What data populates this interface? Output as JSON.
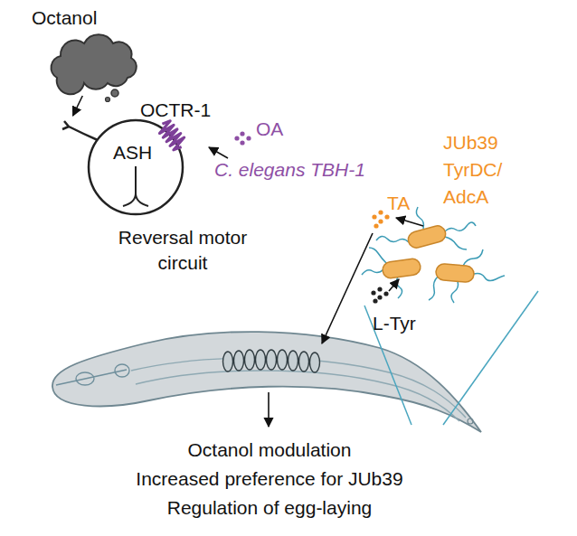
{
  "diagram": {
    "nodes": [
      {
        "text": [
          "Octanol"
        ]
      },
      {
        "text": [
          "ASH"
        ]
      }
    ],
    "edges": [
      {
        "from": 0,
        "to": 1,
        "arrow": "to"
      }
    ],
    "labels": [
      "OCTR-1",
      "OA",
      "C. elegans TBH-1",
      "TA",
      "JUb39 TyrDC/ AdcA",
      "L-Tyr",
      "Reversal motor circuit",
      "Octanol modulation",
      "Increased preference for JUb39",
      "Regulation of egg-laying"
    ]
  }
}
